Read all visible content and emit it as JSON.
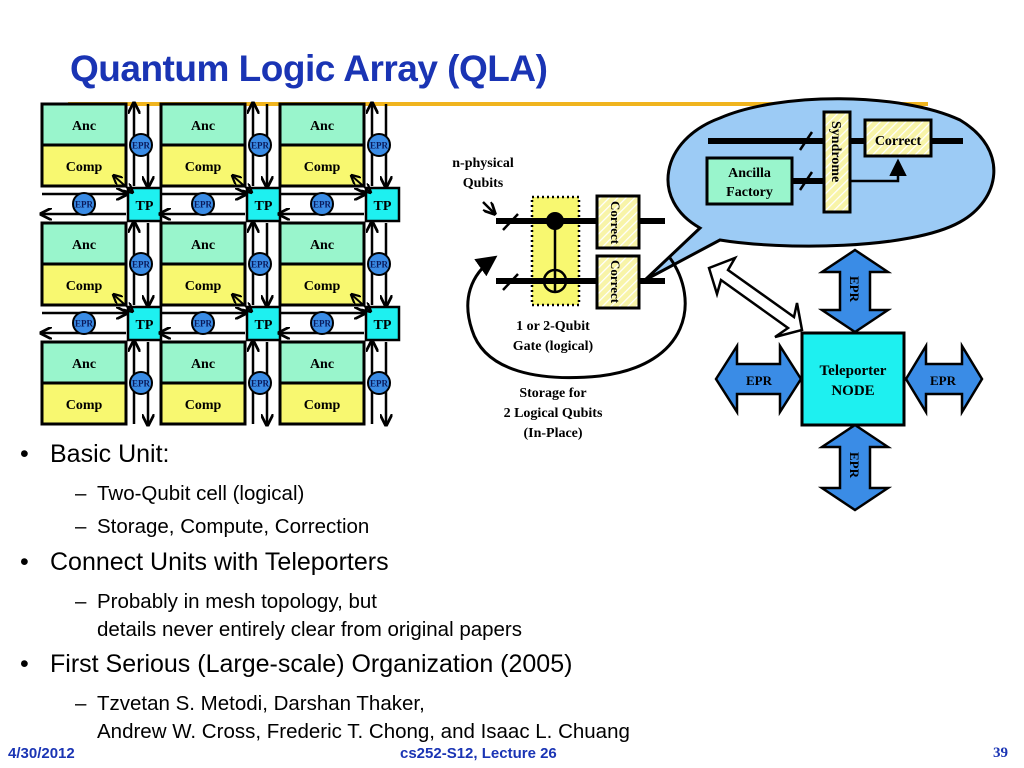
{
  "slide": {
    "title": "Quantum Logic Array (QLA)",
    "accent_color": "#1a34b4",
    "rule_color": "#f0b41e"
  },
  "grid": {
    "rows": 3,
    "cols": 3,
    "anc_label": "Anc",
    "comp_label": "Comp",
    "epr_label": "EPR",
    "tp_label": "TP",
    "anc_color": "#99f5cc",
    "comp_color": "#f8f870",
    "epr_color": "#3a8ce6",
    "tp_color": "#1ef0f0"
  },
  "gate_diagram": {
    "qubits_label_line1": "n-physical",
    "qubits_label_line2": "Qubits",
    "correct_label": "Correct",
    "gate_label_line1": "1 or 2-Qubit",
    "gate_label_line2": "Gate (logical)",
    "storage_label_line1": "Storage for",
    "storage_label_line2": "2 Logical Qubits",
    "storage_label_line3": "(In-Place)"
  },
  "bubble": {
    "ancilla_line1": "Ancilla",
    "ancilla_line2": "Factory",
    "syndrome_label": "Syndrome",
    "correct_label": "Correct",
    "bubble_color": "#9ccbf5"
  },
  "teleporter": {
    "node_line1": "Teleporter",
    "node_line2": "NODE",
    "epr_top": "EPR",
    "epr_bottom": "EPR",
    "epr_left": "EPR",
    "epr_right": "EPR"
  },
  "bullets": [
    {
      "level": 1,
      "text": "Basic Unit:"
    },
    {
      "level": 2,
      "text": "Two-Qubit cell (logical)"
    },
    {
      "level": 2,
      "text": "Storage, Compute, Correction"
    },
    {
      "level": 1,
      "text": "Connect Units with Teleporters"
    },
    {
      "level": 2,
      "text": "Probably in mesh topology, but",
      "text2": "details never entirely clear from original papers"
    },
    {
      "level": 1,
      "text": "First Serious (Large-scale) Organization (2005)"
    },
    {
      "level": 2,
      "text": "Tzvetan S. Metodi, Darshan Thaker,",
      "text2": "Andrew W. Cross, Frederic T. Chong, and Isaac L. Chuang"
    }
  ],
  "footer": {
    "date": "4/30/2012",
    "course": "cs252-S12, Lecture 26",
    "page_number": "39"
  }
}
